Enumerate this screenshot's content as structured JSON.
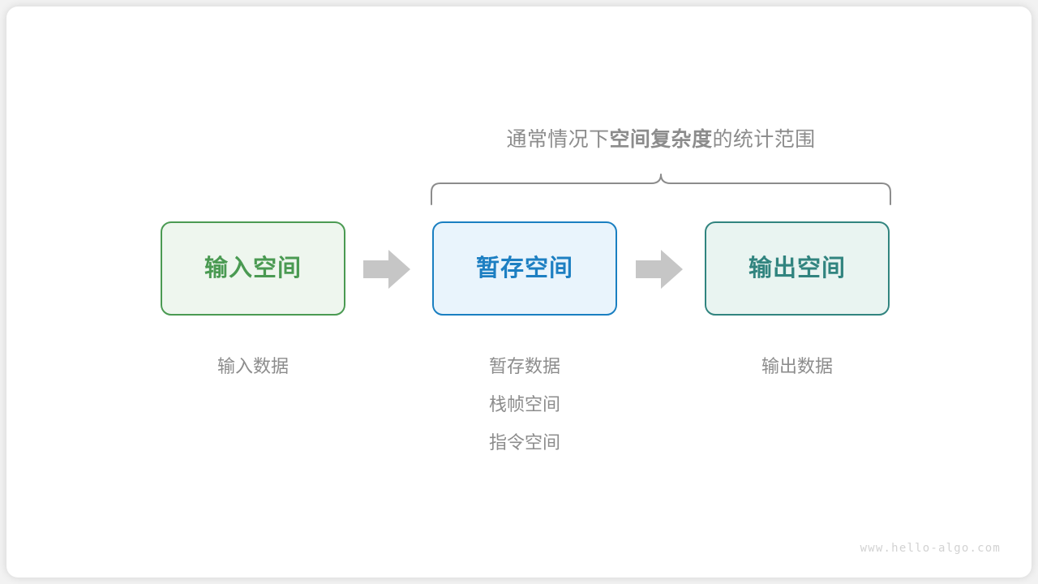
{
  "diagram": {
    "caption": {
      "lead": "通常情况下",
      "emphasis": "空间复杂度",
      "tail": "的统计范围"
    },
    "brace": {
      "name": "curly-brace",
      "color": "#8c8c8c",
      "spans": [
        "暂存空间",
        "输出空间"
      ]
    },
    "boxes": [
      {
        "label": "输入空间",
        "border_color": "#4a9a52",
        "fill_color": "#eef6ee",
        "text_color": "#4a9a52",
        "sublabels": [
          "输入数据"
        ]
      },
      {
        "label": "暂存空间",
        "border_color": "#1a7fc1",
        "fill_color": "#e9f4fc",
        "text_color": "#1d7fc2",
        "sublabels": [
          "暂存数据",
          "栈帧空间",
          "指令空间"
        ]
      },
      {
        "label": "输出空间",
        "border_color": "#31847f",
        "fill_color": "#e9f4f1",
        "text_color": "#31847f",
        "sublabels": [
          "输出数据"
        ]
      }
    ],
    "arrows": [
      {
        "name": "arrow-input-to-temp",
        "color": "#c6c6c6"
      },
      {
        "name": "arrow-temp-to-output",
        "color": "#c6c6c6"
      }
    ],
    "watermark": "www.hello-algo.com"
  }
}
